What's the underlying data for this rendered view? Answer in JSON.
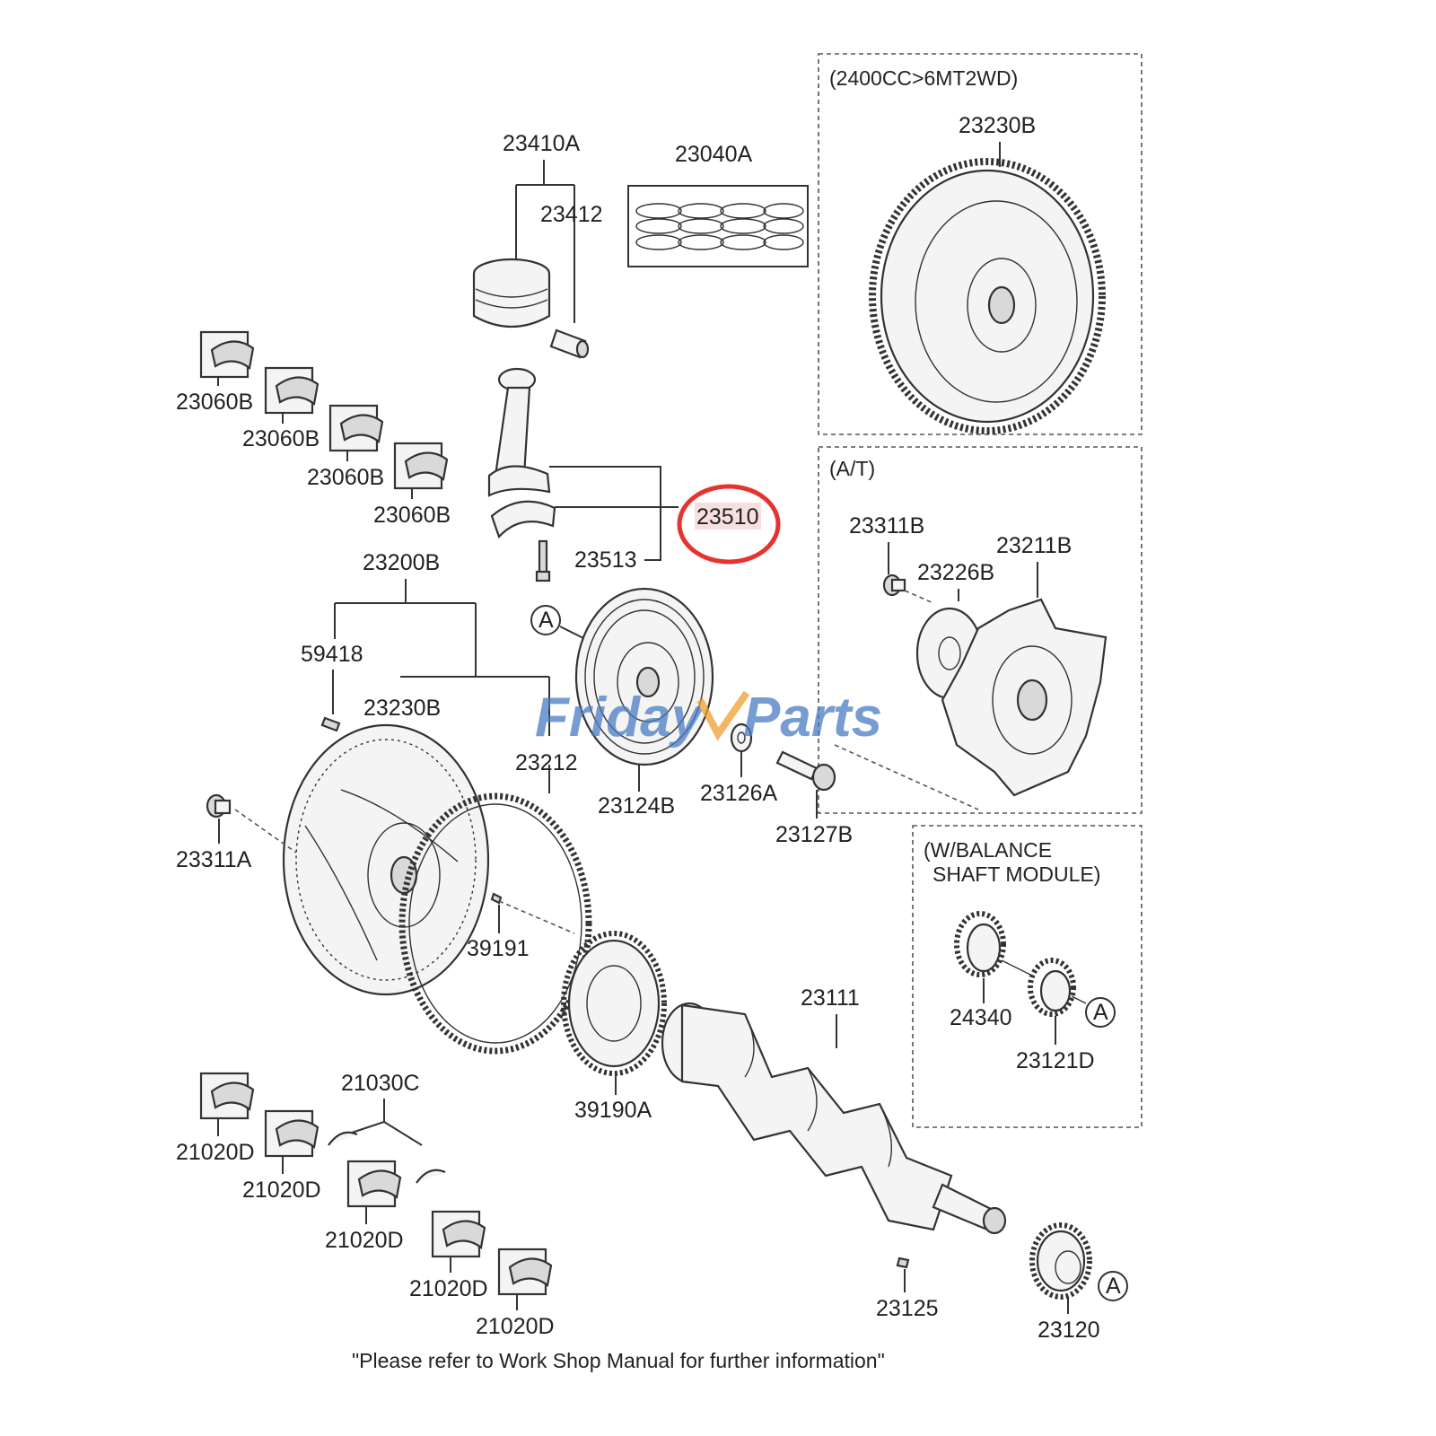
{
  "sections": {
    "mt": "(2400CC>6MT2WD)",
    "at": "(A/T)",
    "balance": [
      "(W/BALANCE",
      "SHAFT MODULE)"
    ]
  },
  "highlight": {
    "part": "23510",
    "color": "#e8322d"
  },
  "reference_marker": "A",
  "labels": {
    "p23410A": "23410A",
    "p23412": "23412",
    "p23040A": "23040A",
    "p23230B_mt": "23230B",
    "p23060B_1": "23060B",
    "p23060B_2": "23060B",
    "p23060B_3": "23060B",
    "p23060B_4": "23060B",
    "p23510": "23510",
    "p23513": "23513",
    "p23200B": "23200B",
    "p59418": "59418",
    "p23230B": "23230B",
    "p23212": "23212",
    "p23124B": "23124B",
    "p23126A": "23126A",
    "p23127B": "23127B",
    "p23311A": "23311A",
    "p39191": "39191",
    "p39190A": "39190A",
    "p23111": "23111",
    "p23311B": "23311B",
    "p23226B": "23226B",
    "p23211B": "23211B",
    "p24340": "24340",
    "p23121D": "23121D",
    "p21030C": "21030C",
    "p21020D_1": "21020D",
    "p21020D_2": "21020D",
    "p21020D_3": "21020D",
    "p21020D_4": "21020D",
    "p21020D_5": "21020D",
    "p23125": "23125",
    "p23120": "23120"
  },
  "footer_note": "\"Please refer to Work Shop Manual for further information\"",
  "watermark": {
    "brand_a": "Friday",
    "brand_b": "Parts",
    "color_a": "#4a7cc4",
    "color_b": "#f0a030"
  }
}
